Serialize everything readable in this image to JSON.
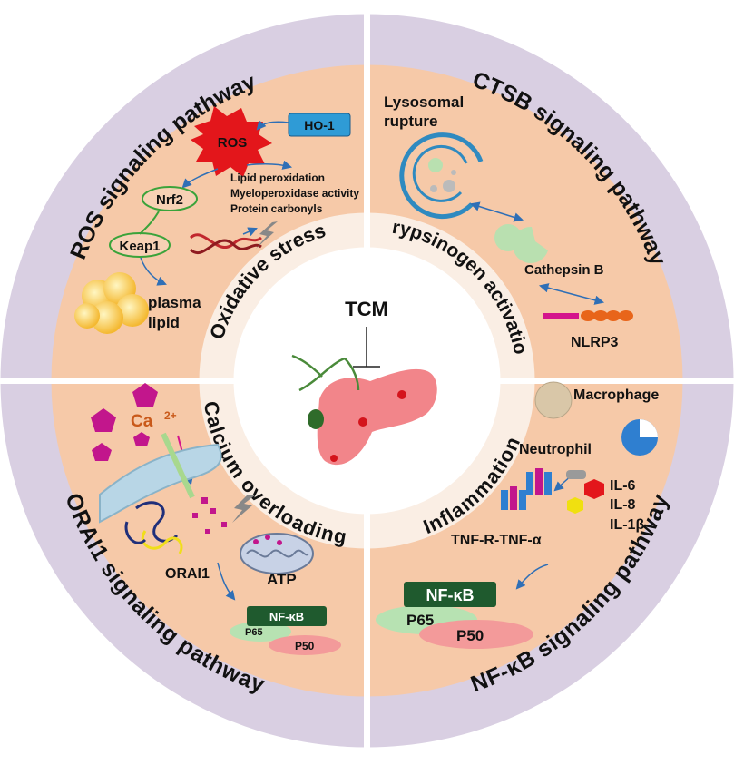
{
  "center": {
    "label": "TCM"
  },
  "outer_labels": {
    "top_left": "ROS signaling pathway",
    "top_right": "CTSB signaling pathway",
    "bottom_left": "ORAI1 signaling pathway",
    "bottom_right": "NF-κB  signaling pathway"
  },
  "inner_labels": {
    "top_left": "Oxidative stress",
    "top_right": "Trypsinogen activation",
    "bottom_left": "Calcium overloading",
    "bottom_right": "Inflammation"
  },
  "ros_quadrant": {
    "ho1": "HO-1",
    "ros": "ROS",
    "effects": [
      "Lipid peroxidation",
      "Myeloperoxidase activity",
      "Protein carbonyls"
    ],
    "nrf2": "Nrf2",
    "keap1": "Keap1",
    "lipid": [
      "plasma",
      "lipid"
    ]
  },
  "ctsb_quadrant": {
    "lysosomal": [
      "Lysosomal",
      "rupture"
    ],
    "cathepsin": "Cathepsin B",
    "nlrp3": "NLRP3"
  },
  "orai_quadrant": {
    "ca": "Ca",
    "ca_charge": "2+",
    "orai1": "ORAI1",
    "atp": "ATP",
    "nfkb": "NF-κB",
    "p65": "P65",
    "p50": "P50"
  },
  "nfkb_quadrant": {
    "macrophage": "Macrophage",
    "neutrophil": "Neutrophil",
    "il6": "IL-6",
    "il8": "IL-8",
    "il1b": "IL-1β",
    "tnf": "TNF-R-TNF-α",
    "nfkb": "NF-κB",
    "p65": "P65",
    "p50": "P50"
  },
  "colors": {
    "outer_ring": "#d9cfe2",
    "quadrant_fill": "#f6c9a8",
    "inner_ring": "#faeee4",
    "center": "#ffffff",
    "ho1_box": "#2f9bd6",
    "ros_burst": "#e3161b",
    "nfkb_box": "#1f5a2e",
    "p65": "#b7e2b2",
    "p50": "#f39a9a",
    "arrow": "#2f6fb6"
  }
}
